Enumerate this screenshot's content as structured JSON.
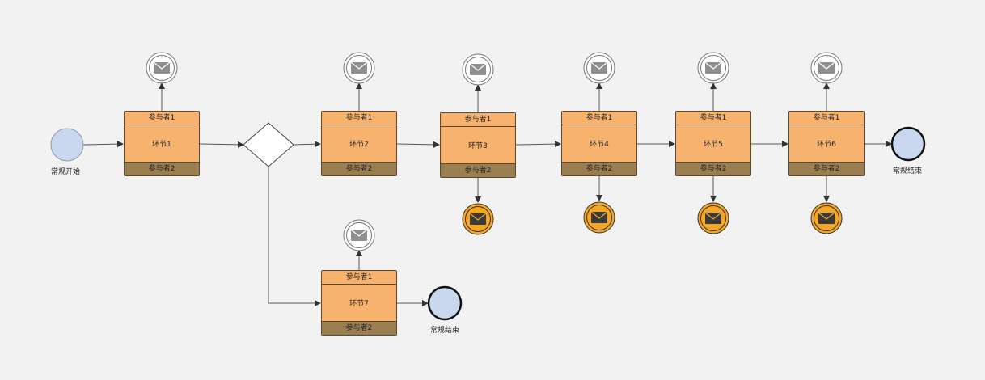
{
  "colors": {
    "background": "#f2f2f2",
    "task_fill": "#f7b26d",
    "participant2_fill": "#9b7e50",
    "event_fill": "#c9d8ee",
    "throw_fill": "#f5a623",
    "gateway_fill": "#ffffff"
  },
  "diagram": {
    "start_event": {
      "label": "常规开始"
    },
    "end_events": [
      {
        "label": "常规结束"
      },
      {
        "label": "常规结束"
      }
    ],
    "tasks": [
      {
        "name": "环节1",
        "participant_top": "参与者1",
        "participant_bottom": "参与者2"
      },
      {
        "name": "环节2",
        "participant_top": "参与者1",
        "participant_bottom": "参与者2"
      },
      {
        "name": "环节3",
        "participant_top": "参与者1",
        "participant_bottom": "参与者2"
      },
      {
        "name": "环节4",
        "participant_top": "参与者1",
        "participant_bottom": "参与者2"
      },
      {
        "name": "环节5",
        "participant_top": "参与者1",
        "participant_bottom": "参与者2"
      },
      {
        "name": "环节6",
        "participant_top": "参与者1",
        "participant_bottom": "参与者2"
      },
      {
        "name": "环节7",
        "participant_top": "参与者1",
        "participant_bottom": "参与者2"
      }
    ],
    "icons": {
      "catch_message": "envelope-icon",
      "throw_message": "envelope-icon",
      "gateway": "exclusive-gateway-diamond"
    }
  }
}
